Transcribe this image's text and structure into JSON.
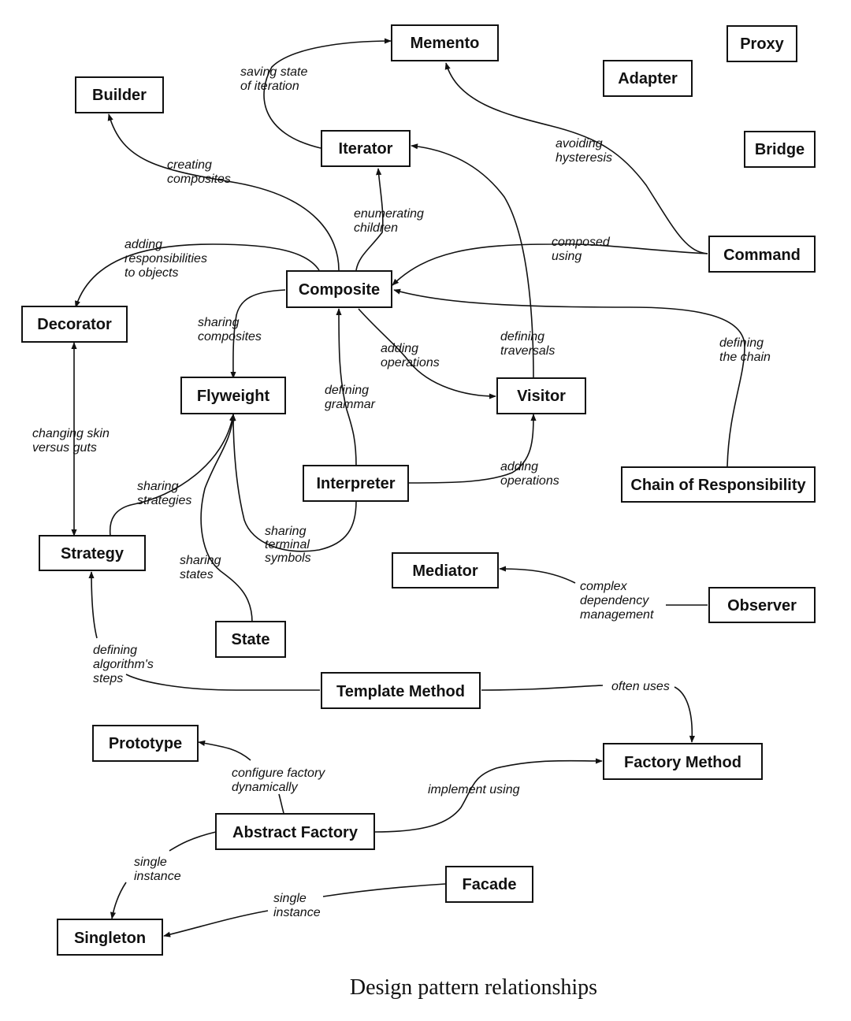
{
  "caption": "Design pattern relationships",
  "patterns": {
    "memento": "Memento",
    "proxy": "Proxy",
    "adapter": "Adapter",
    "builder": "Builder",
    "iterator": "Iterator",
    "bridge": "Bridge",
    "command": "Command",
    "composite": "Composite",
    "decorator": "Decorator",
    "flyweight": "Flyweight",
    "visitor": "Visitor",
    "interpreter": "Interpreter",
    "chain": "Chain of Responsibility",
    "strategy": "Strategy",
    "mediator": "Mediator",
    "observer": "Observer",
    "state": "State",
    "template": "Template Method",
    "prototype": "Prototype",
    "factory_method": "Factory Method",
    "abstract_factory": "Abstract Factory",
    "facade": "Facade",
    "singleton": "Singleton"
  },
  "relations": {
    "saving_state": [
      "saving state",
      "of iteration"
    ],
    "creating_composites": [
      "creating",
      "composites"
    ],
    "enumerating_children": [
      "enumerating",
      "children"
    ],
    "avoiding_hysteresis": [
      "avoiding",
      "hysteresis"
    ],
    "adding_responsibilities": [
      "adding",
      "responsibilities",
      "to objects"
    ],
    "composed_using": [
      "composed",
      "using"
    ],
    "sharing_composites": [
      "sharing",
      "composites"
    ],
    "adding_operations_composite": [
      "adding",
      "operations"
    ],
    "defining_traversals": [
      "defining",
      "traversals"
    ],
    "defining_chain": [
      "defining",
      "the chain"
    ],
    "defining_grammar": [
      "defining",
      "grammar"
    ],
    "changing_skin": [
      "changing skin",
      "versus guts"
    ],
    "adding_operations_interpreter": [
      "adding",
      "operations"
    ],
    "sharing_strategies": [
      "sharing",
      "strategies"
    ],
    "sharing_terminal": [
      "sharing",
      "terminal",
      "symbols"
    ],
    "sharing_states": [
      "sharing",
      "states"
    ],
    "complex_dependency": [
      "complex",
      "dependency",
      "management"
    ],
    "defining_algorithm": [
      "defining",
      "algorithm's",
      "steps"
    ],
    "often_uses": [
      "often uses"
    ],
    "configure_factory": [
      "configure factory",
      "dynamically"
    ],
    "implement_using": [
      "implement using"
    ],
    "single_instance_af": [
      "single",
      "instance"
    ],
    "single_instance_facade": [
      "single",
      "instance"
    ]
  }
}
